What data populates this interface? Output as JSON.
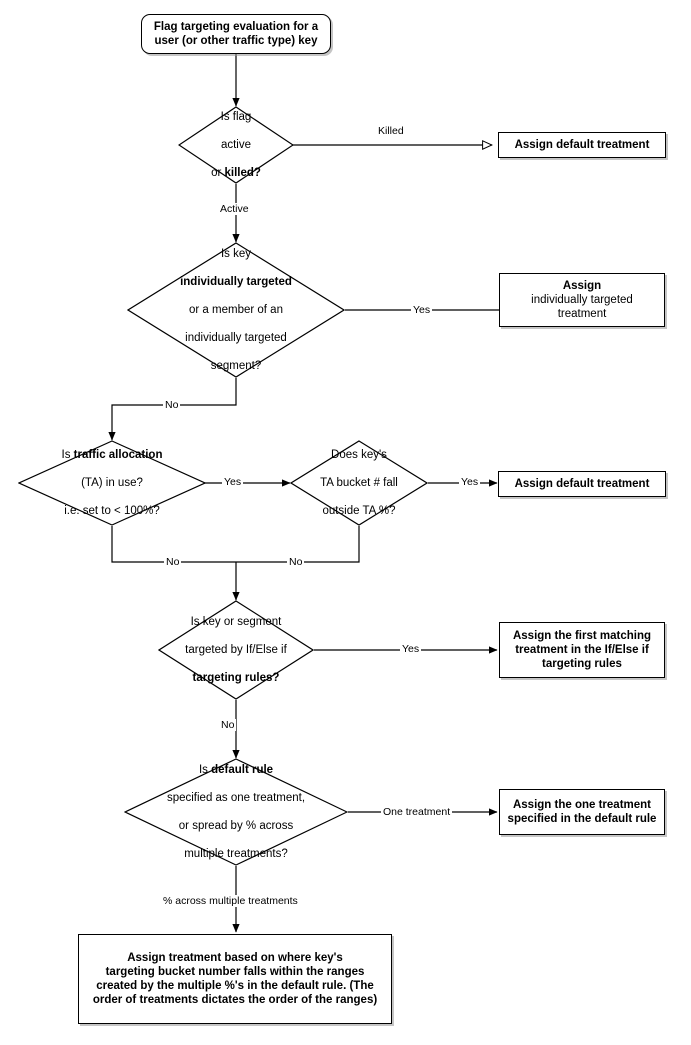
{
  "diagram": {
    "title": "Flag targeting evaluation flowchart",
    "colors": {
      "stroke": "#000000",
      "text": "#000000",
      "background": "#ffffff",
      "shadow": "#969696"
    },
    "nodes": {
      "start": {
        "shape": "terminator",
        "line1": "Flag targeting evaluation for a",
        "line2": "user (or other traffic type) key"
      },
      "d_flag_active": {
        "shape": "decision",
        "line1": "Is flag",
        "line2": "active",
        "line3_pre": "or ",
        "line3_bold": "killed?"
      },
      "box_default_1": {
        "shape": "process",
        "text": "Assign default treatment"
      },
      "d_individually_targeted": {
        "shape": "decision",
        "line1": "Is key",
        "line2_bold": "individually targeted",
        "line3": "or a member of an",
        "line4": "individually targeted",
        "line5": "segment?"
      },
      "box_individual": {
        "shape": "process",
        "line1_bold": "Assign",
        "line2": "individually targeted",
        "line3": "treatment"
      },
      "d_traffic_allocation": {
        "shape": "decision",
        "line1_pre": "Is ",
        "line1_bold": "traffic allocation",
        "line2": "(TA) in use?",
        "line3": "i.e. set to < 100%?"
      },
      "d_ta_bucket": {
        "shape": "decision",
        "line1": "Does key's",
        "line2": "TA bucket # fall",
        "line3": "outside TA %?"
      },
      "box_default_2": {
        "shape": "process",
        "text": "Assign default treatment"
      },
      "d_ifelse_rules": {
        "shape": "decision",
        "line1": "Is key or segment",
        "line2": "targeted by If/Else if",
        "line3_bold": "targeting rules?"
      },
      "box_first_matching": {
        "shape": "process",
        "line1": "Assign the first matching",
        "line2": "treatment in the If/Else if",
        "line3": "targeting rules"
      },
      "d_default_rule": {
        "shape": "decision",
        "line1_pre": "Is ",
        "line1_bold": "default rule",
        "line2": "specified as one treatment,",
        "line3": "or spread by % across",
        "line4": "multiple treatments?"
      },
      "box_one_treatment": {
        "shape": "process",
        "line1": "Assign the one treatment",
        "line2": "specified in the default rule"
      },
      "box_spread": {
        "shape": "process",
        "line1": "Assign treatment based on where key's",
        "line2": "targeting bucket number falls within the ranges",
        "line3": "created by the multiple %'s in the default rule. (The",
        "line4": "order of treatments dictates the order of the ranges)"
      }
    },
    "edge_labels": {
      "killed": "Killed",
      "active": "Active",
      "individual_yes": "Yes",
      "individual_no": "No",
      "ta_yes": "Yes",
      "ta_no": "No",
      "bucket_yes": "Yes",
      "bucket_no": "No",
      "ifelse_yes": "Yes",
      "ifelse_no": "No",
      "default_one": "One treatment",
      "default_spread": "% across multiple treatments"
    }
  }
}
